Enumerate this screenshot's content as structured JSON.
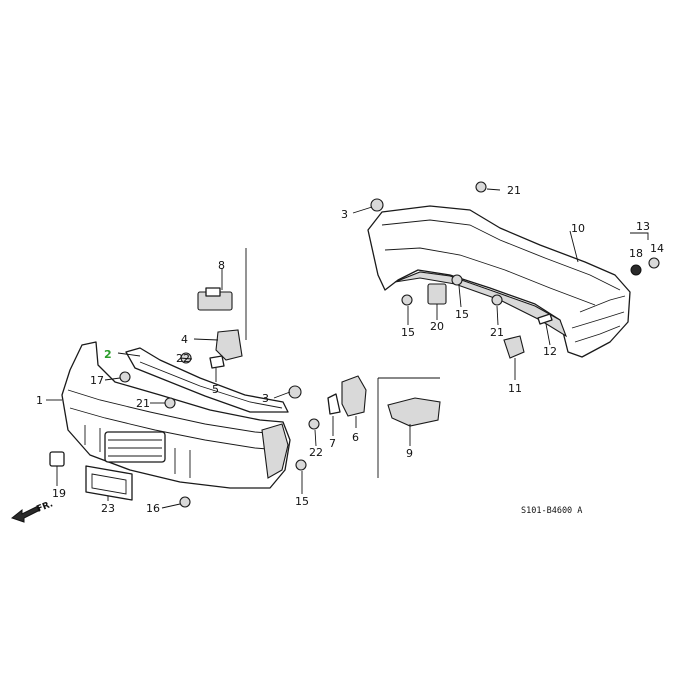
{
  "callouts": {
    "c1": "1",
    "c2": "2",
    "c3a": "3",
    "c3b": "3",
    "c4": "4",
    "c5": "5",
    "c6": "6",
    "c7": "7",
    "c8": "8",
    "c9": "9",
    "c10": "10",
    "c11": "11",
    "c12": "12",
    "c13": "13",
    "c14": "14",
    "c15a": "15",
    "c15b": "15",
    "c15c": "15",
    "c16": "16",
    "c17": "17",
    "c18": "18",
    "c19": "19",
    "c20": "20",
    "c21a": "21",
    "c21b": "21",
    "c21c": "21",
    "c22a": "22",
    "c22b": "22",
    "c23": "23"
  },
  "highlight_color": "#2a9d2a",
  "direction_label": "FR.",
  "reference_code": "S101-B4600 A"
}
